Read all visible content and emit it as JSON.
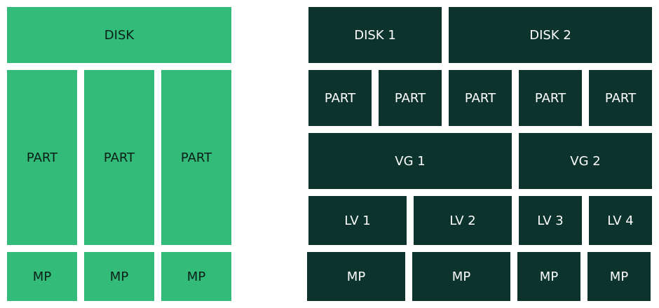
{
  "colors": {
    "standard": "#33bb79",
    "lvm": "#0c332c"
  },
  "standard": {
    "disk": "DISK",
    "partitions": [
      "PART",
      "PART",
      "PART"
    ],
    "mountpoints": [
      "MP",
      "MP",
      "MP"
    ]
  },
  "lvm": {
    "disks": [
      "DISK 1",
      "DISK 2"
    ],
    "partitions": [
      "PART",
      "PART",
      "PART",
      "PART",
      "PART"
    ],
    "volume_groups": [
      "VG 1",
      "VG 2"
    ],
    "logical_volumes": [
      "LV 1",
      "LV 2",
      "LV 3",
      "LV 4"
    ],
    "mountpoints": [
      "MP",
      "MP",
      "MP",
      "MP"
    ]
  }
}
